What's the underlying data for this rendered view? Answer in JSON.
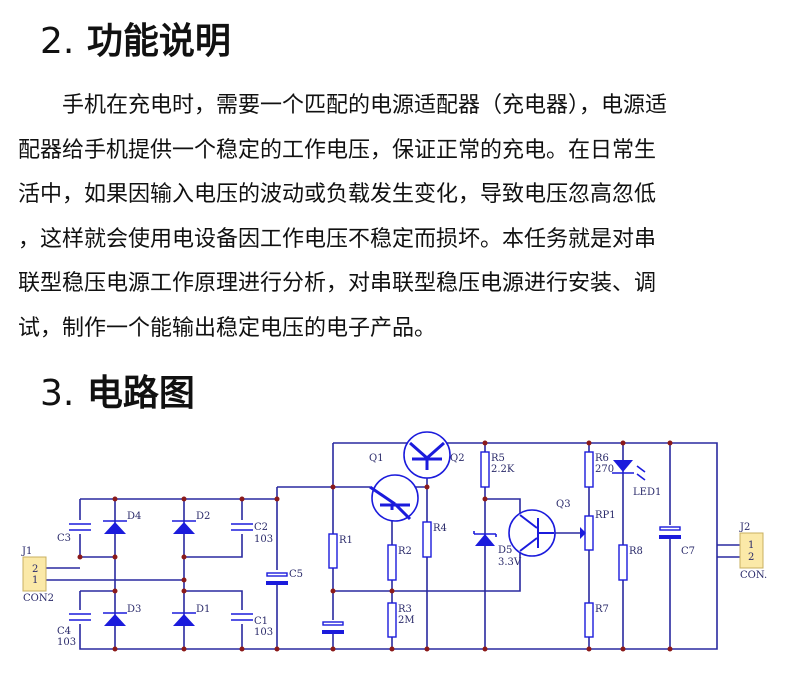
{
  "section2": {
    "number": "2.",
    "title": "功能说明"
  },
  "paragraph_lines": [
    "　　手机在充电时，需要一个匹配的电源适配器（充电器），电源适",
    "配器给手机提供一个稳定的工作电压，保证正常的充电。在日常生",
    "活中，如果因输入电压的波动或负载发生变化，导致电压忽高忽低",
    "，这样就会使用电设备因工作电压不稳定而损坏。本任务就是对串",
    "联型稳压电源工作原理进行分析，对串联型稳压电源进行安装、调",
    "试，制作一个能输出稳定电压的电子产品。"
  ],
  "section3": {
    "number": "3.",
    "title": "电路图"
  },
  "circuit": {
    "J1": "J1",
    "J1_pin2": "2",
    "J1_pin1": "1",
    "J1_type": "CON2",
    "C3": "C3",
    "C4": "C4",
    "C4_val": "103",
    "D4": "D4",
    "D3": "D3",
    "D2": "D2",
    "D1": "D1",
    "C2": "C2",
    "C2_val": "103",
    "C1": "C1",
    "C1_val": "103",
    "C5": "C5",
    "R1": "R1",
    "Q1": "Q1",
    "Q2": "Q2",
    "R2": "R2",
    "R3": "R3",
    "R3_val": "2M",
    "R4": "R4",
    "R5": "R5",
    "R5_val": "2.2K",
    "D5": "D5",
    "D5_val": "3.3V",
    "Q3": "Q3",
    "R6": "R6",
    "R6_val": "270",
    "RP1": "RP1",
    "R7": "R7",
    "LED1": "LED1",
    "R8": "R8",
    "C7": "C7",
    "J2": "J2",
    "J2_pin1": "1",
    "J2_pin2": "2",
    "J2_type": "CON."
  }
}
